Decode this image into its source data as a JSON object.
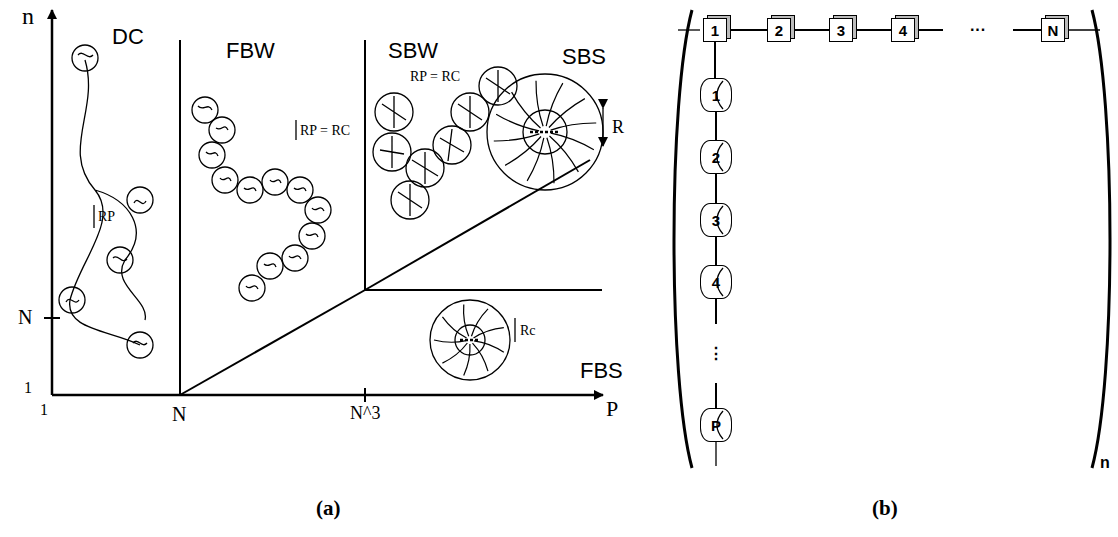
{
  "diagram": {
    "nodes": [
      {
        "text": [
          "1"
        ]
      },
      {
        "text": [
          "2"
        ]
      },
      {
        "text": [
          "3"
        ]
      },
      {
        "text": [
          "4"
        ]
      },
      {
        "text": [
          "N"
        ]
      },
      {
        "text": [
          "1"
        ]
      },
      {
        "text": [
          "2"
        ]
      },
      {
        "text": [
          "3"
        ]
      },
      {
        "text": [
          "4"
        ]
      },
      {
        "text": [
          "P"
        ]
      }
    ],
    "edges": [
      {
        "from": 0,
        "to": 1,
        "arrow": "none"
      },
      {
        "from": 1,
        "to": 2,
        "arrow": "none"
      },
      {
        "from": 2,
        "to": 3,
        "arrow": "none"
      },
      {
        "from": 3,
        "to": 4,
        "label": "···",
        "arrow": "none"
      },
      {
        "from": 0,
        "to": 5,
        "arrow": "none"
      },
      {
        "from": 5,
        "to": 6,
        "arrow": "none"
      },
      {
        "from": 6,
        "to": 7,
        "arrow": "none"
      },
      {
        "from": 7,
        "to": 8,
        "arrow": "none"
      },
      {
        "from": 8,
        "to": 9,
        "label": "⋮",
        "arrow": "none"
      }
    ],
    "labels": [
      "n",
      "N",
      "1",
      "1",
      "N",
      "N^3",
      "P",
      "DC",
      "FBW",
      "SBW",
      "SBS",
      "FBS",
      "RP",
      "RP = RC",
      "RP = RC",
      "R",
      "Rc",
      "(a)",
      "(b)",
      "n"
    ]
  }
}
